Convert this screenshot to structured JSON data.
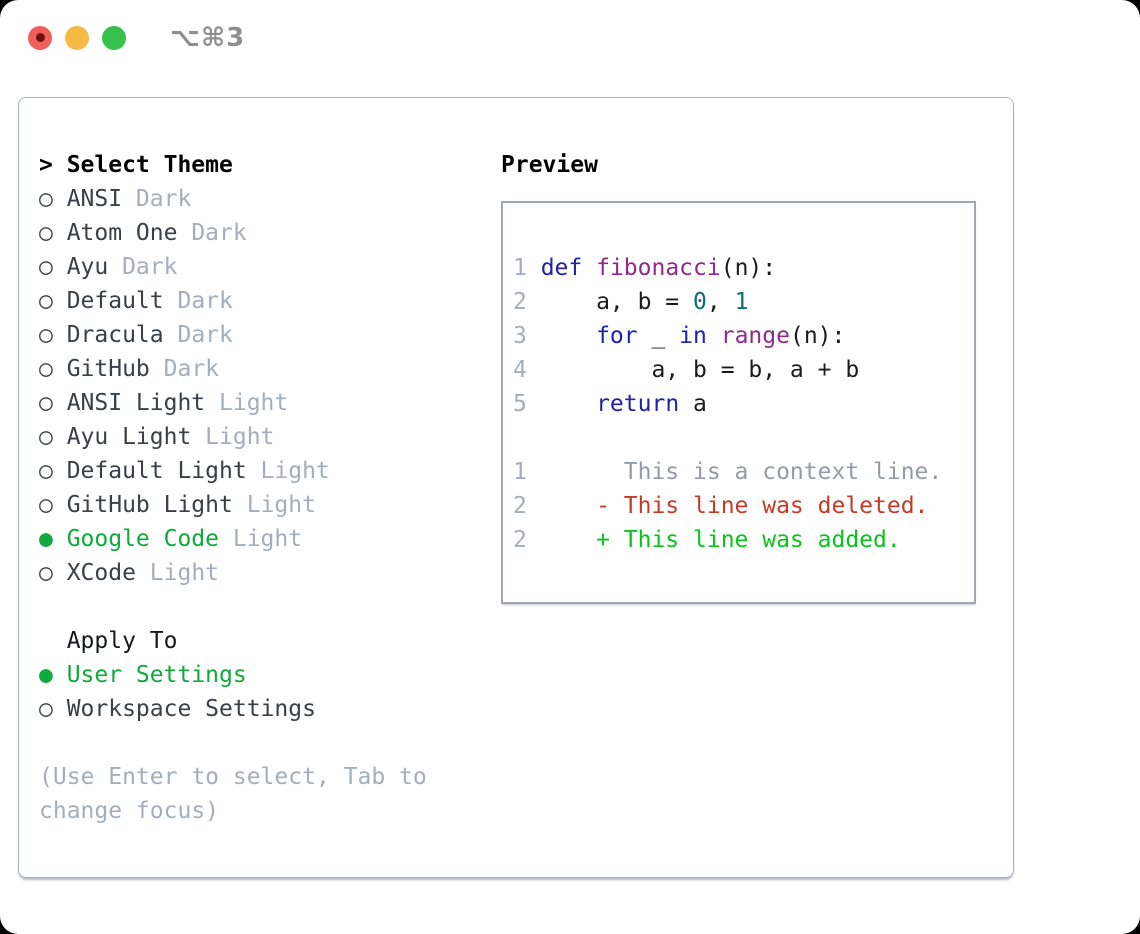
{
  "window": {
    "title": "⌥⌘3"
  },
  "icons": {
    "focus_cursor": ">",
    "unselected_radio": "○",
    "selected_radio": "●"
  },
  "theme_selector": {
    "header": "Select Theme",
    "items": [
      {
        "name": "ANSI",
        "variant": "Dark",
        "selected": false
      },
      {
        "name": "Atom One",
        "variant": "Dark",
        "selected": false
      },
      {
        "name": "Ayu",
        "variant": "Dark",
        "selected": false
      },
      {
        "name": "Default",
        "variant": "Dark",
        "selected": false
      },
      {
        "name": "Dracula",
        "variant": "Dark",
        "selected": false
      },
      {
        "name": "GitHub",
        "variant": "Dark",
        "selected": false
      },
      {
        "name": "ANSI Light",
        "variant": "Light",
        "selected": false
      },
      {
        "name": "Ayu Light",
        "variant": "Light",
        "selected": false
      },
      {
        "name": "Default Light",
        "variant": "Light",
        "selected": false
      },
      {
        "name": "GitHub Light",
        "variant": "Light",
        "selected": false
      },
      {
        "name": "Google Code",
        "variant": "Light",
        "selected": true
      },
      {
        "name": "XCode",
        "variant": "Light",
        "selected": false
      }
    ]
  },
  "apply_to": {
    "header": "Apply To",
    "options": [
      {
        "label": "User Settings",
        "selected": true
      },
      {
        "label": "Workspace Settings",
        "selected": false
      }
    ]
  },
  "footer_hint": {
    "line1": "(Use Enter to select, Tab to",
    "line2": "change focus)"
  },
  "preview": {
    "header": "Preview",
    "code_lines": [
      {
        "num": "1",
        "tokens": [
          {
            "text": "def",
            "type": "keyword"
          },
          {
            "text": " ",
            "type": "plain"
          },
          {
            "text": "fibonacci",
            "type": "function"
          },
          {
            "text": "(n):",
            "type": "plain"
          }
        ]
      },
      {
        "num": "2",
        "tokens": [
          {
            "text": "    a, b = ",
            "type": "plain"
          },
          {
            "text": "0",
            "type": "number"
          },
          {
            "text": ", ",
            "type": "plain"
          },
          {
            "text": "1",
            "type": "number"
          }
        ]
      },
      {
        "num": "3",
        "tokens": [
          {
            "text": "    ",
            "type": "plain"
          },
          {
            "text": "for",
            "type": "keyword"
          },
          {
            "text": " _ ",
            "type": "plain"
          },
          {
            "text": "in",
            "type": "keyword"
          },
          {
            "text": " ",
            "type": "plain"
          },
          {
            "text": "range",
            "type": "function"
          },
          {
            "text": "(n):",
            "type": "plain"
          }
        ]
      },
      {
        "num": "4",
        "tokens": [
          {
            "text": "        a, b = b, a + b",
            "type": "plain"
          }
        ]
      },
      {
        "num": "5",
        "tokens": [
          {
            "text": "    ",
            "type": "plain"
          },
          {
            "text": "return",
            "type": "keyword"
          },
          {
            "text": " a",
            "type": "plain"
          }
        ]
      }
    ],
    "diff_lines": [
      {
        "num": "1",
        "kind": "context",
        "sign": "",
        "text": "This is a context line."
      },
      {
        "num": "2",
        "kind": "deleted",
        "sign": "-",
        "text": "This line was deleted."
      },
      {
        "num": "2",
        "kind": "added",
        "sign": "+",
        "text": "This line was added."
      }
    ]
  },
  "colors": {
    "traffic_red": "#f0605a",
    "traffic_red_dot": "#6e100c",
    "traffic_yellow": "#f4ba43",
    "traffic_green": "#35c14b",
    "title_gray": "#8e8e8e",
    "border_gray": "#a9b1bb",
    "header_black": "#000000",
    "item_text": "#3a4048",
    "muted_label": "#a4aeba",
    "selected_green": "#10a93c",
    "code_plain": "#1b1b1b",
    "keyword_blue": "#2121a8",
    "function_purple": "#8e2a8e",
    "number_teal": "#0d6d6d",
    "context_gray": "#939ca6",
    "deleted_red": "#c43b27",
    "added_green": "#0cc31e"
  }
}
